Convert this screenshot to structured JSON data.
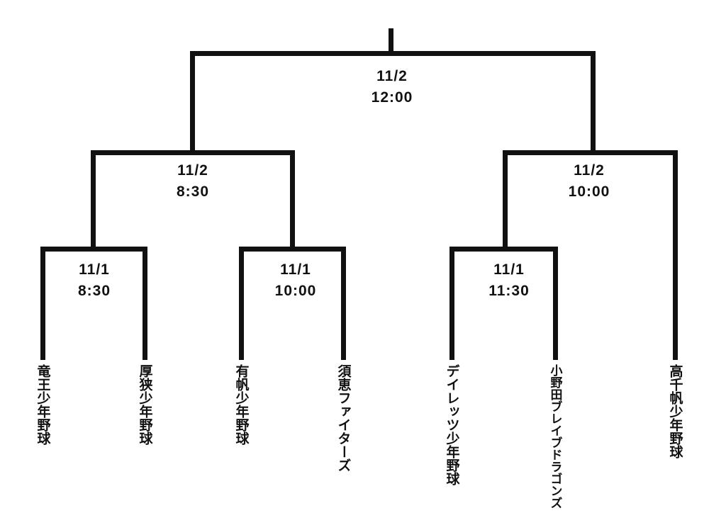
{
  "bracket": {
    "teams": [
      "竜王少年野球",
      "厚狭少年野球",
      "有帆少年野球",
      "須恵ファイターズ",
      "デイレッツ少年野球",
      "小野田ブレイブドラゴンズ",
      "高千帆少年野球"
    ],
    "round1": [
      {
        "date": "11/1",
        "time": "8:30"
      },
      {
        "date": "11/1",
        "time": "10:00"
      },
      {
        "date": "11/1",
        "time": "11:30"
      }
    ],
    "semifinals": [
      {
        "date": "11/2",
        "time": "8:30"
      },
      {
        "date": "11/2",
        "time": "10:00"
      }
    ],
    "final": {
      "date": "11/2",
      "time": "12:00"
    },
    "colors": {
      "line": "#111111",
      "text": "#111111",
      "background": "#ffffff"
    }
  }
}
